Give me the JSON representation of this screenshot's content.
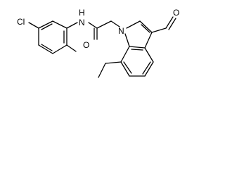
{
  "structure": {
    "atoms": {
      "cl": "Cl",
      "amide_n": "N",
      "amide_h": "H",
      "amide_o": "O",
      "indole_n": "N",
      "aldehyde_o": "O"
    }
  },
  "colors": {
    "bond": "#000000",
    "label": "#000000",
    "background": "#ffffff"
  }
}
